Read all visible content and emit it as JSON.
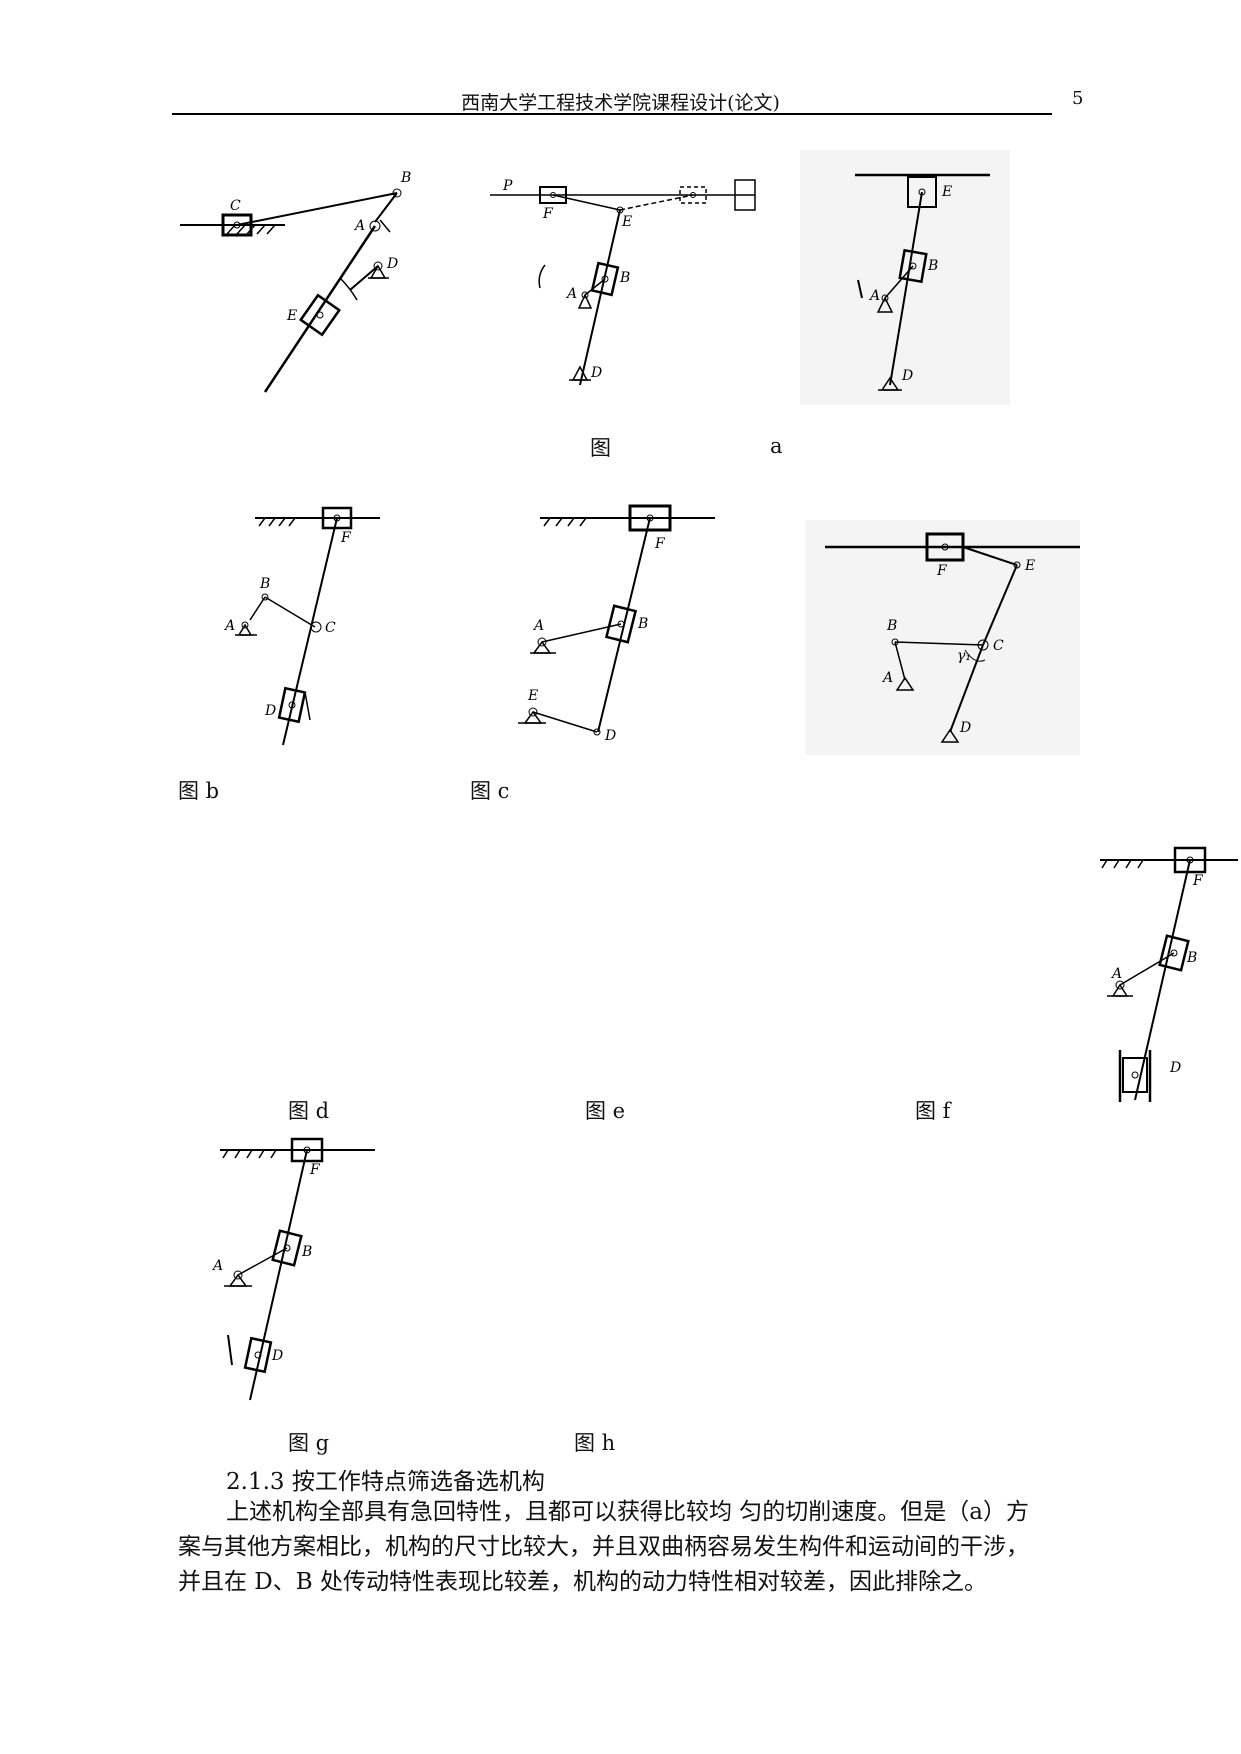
{
  "header": {
    "title": "西南大学工程技术学院课程设计(论文)",
    "page_number": "5"
  },
  "figures": {
    "row1_caption_left": "图",
    "row1_caption_right": "a",
    "b": "图 b",
    "c": "图 c",
    "d": "图 d",
    "e": "图 e",
    "f": "图 f",
    "g": "图 g",
    "h": "图 h"
  },
  "diagram_labels": {
    "A": "A",
    "B": "B",
    "C": "C",
    "D": "D",
    "E": "E",
    "F": "F",
    "P": "P",
    "gamma": "γ₁"
  },
  "section": {
    "heading": "2.1.3 按工作特点筛选备选机构",
    "paragraph_lines": [
      "上述机构全部具有急回特性，且都可以获得比较均  匀的切削速度。但是（a）方",
      "案与其他方案相比，机构的尺寸比较大，并且双曲柄容易发生构件和运动间的干涉，",
      "并且在 D、B 处传动特性表现比较差，机构的动力特性相对较差，因此排除之。"
    ]
  }
}
